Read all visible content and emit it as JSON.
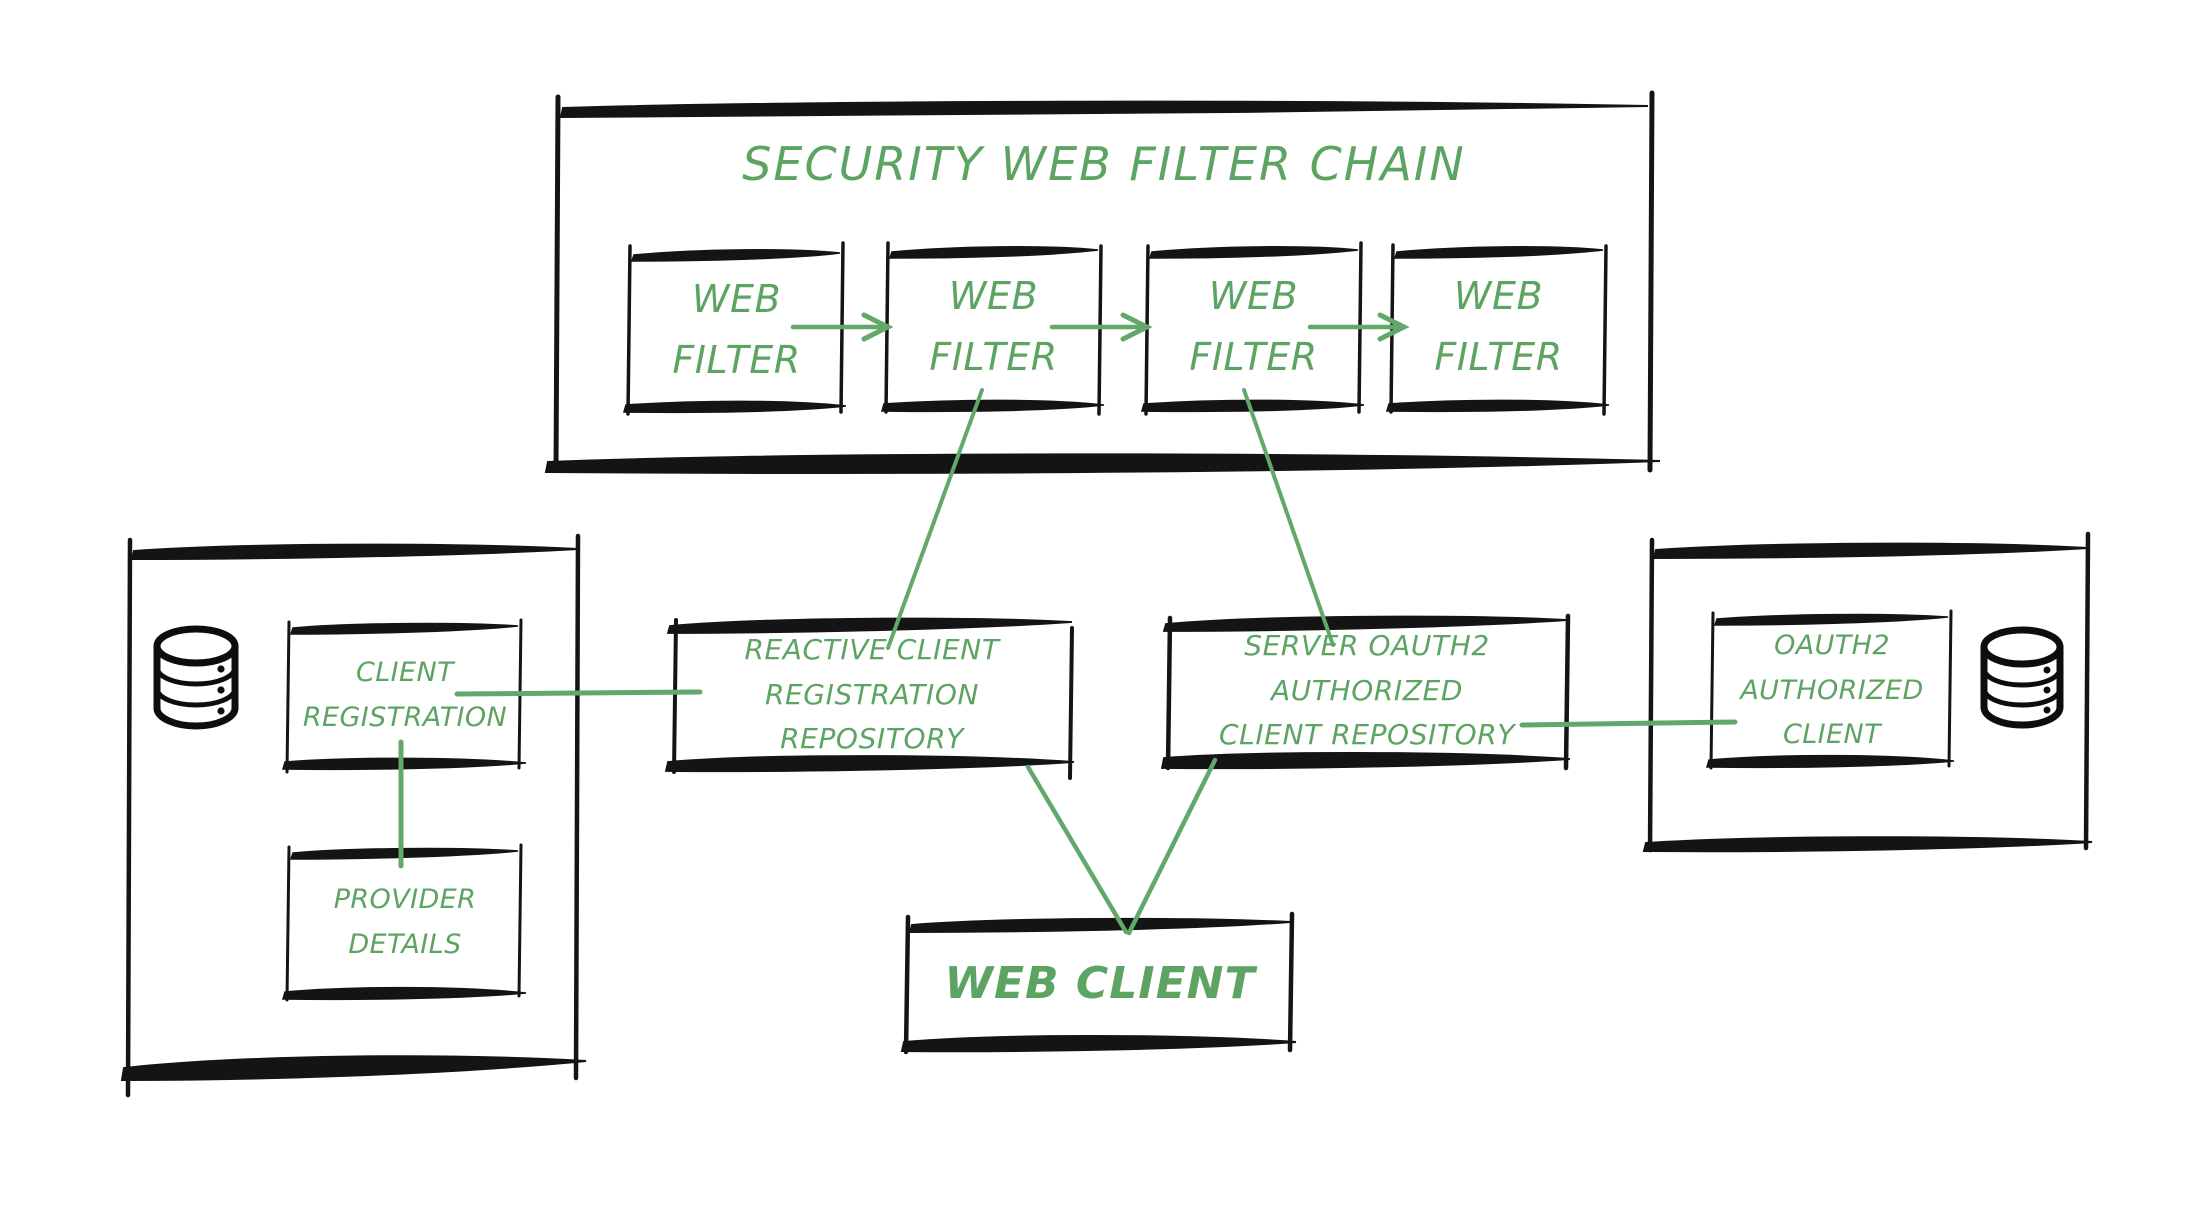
{
  "diagram": {
    "title": "SECURITY WEB FILTER CHAIN",
    "palette": {
      "ink": "#111111",
      "accent_green": "#5da463",
      "background": "#ffffff"
    },
    "containers": {
      "filter_chain": {
        "label": "SECURITY WEB FILTER CHAIN"
      },
      "client_registration_store": {
        "label": ""
      },
      "authorized_client_store": {
        "label": ""
      }
    },
    "filters": [
      {
        "label": "WEB\nFILTER"
      },
      {
        "label": "WEB\nFILTER"
      },
      {
        "label": "WEB\nFILTER"
      },
      {
        "label": "WEB\nFILTER"
      }
    ],
    "nodes": {
      "client_registration": {
        "label": "CLIENT\nREGISTRATION"
      },
      "provider_details": {
        "label": "PROVIDER\nDETAILS"
      },
      "reactive_client_registration_repository": {
        "label": "REACTIVE CLIENT\nREGISTRATION REPOSITORY"
      },
      "server_oauth2_authorized_client_repository": {
        "label": "SERVER OAUTH2 AUTHORIZED\nCLIENT REPOSITORY"
      },
      "oauth2_authorized_client": {
        "label": "OAUTH2\nAUTHORIZED\nCLIENT"
      },
      "web_client": {
        "label": "WEB CLIENT"
      }
    },
    "icons": {
      "database_left": "database-icon",
      "database_right": "database-icon"
    },
    "connections": [
      {
        "from": "WEB FILTER 1",
        "to": "WEB FILTER 2",
        "kind": "arrow"
      },
      {
        "from": "WEB FILTER 2",
        "to": "WEB FILTER 3",
        "kind": "arrow"
      },
      {
        "from": "WEB FILTER 3",
        "to": "WEB FILTER 4",
        "kind": "arrow"
      },
      {
        "from": "WEB FILTER 2",
        "to": "REACTIVE CLIENT REGISTRATION REPOSITORY",
        "kind": "line"
      },
      {
        "from": "WEB FILTER 3",
        "to": "SERVER OAUTH2 AUTHORIZED CLIENT REPOSITORY",
        "kind": "line"
      },
      {
        "from": "CLIENT REGISTRATION",
        "to": "PROVIDER DETAILS",
        "kind": "line"
      },
      {
        "from": "CLIENT REGISTRATION",
        "to": "REACTIVE CLIENT REGISTRATION REPOSITORY",
        "kind": "line"
      },
      {
        "from": "SERVER OAUTH2 AUTHORIZED CLIENT REPOSITORY",
        "to": "OAUTH2 AUTHORIZED CLIENT",
        "kind": "line"
      },
      {
        "from": "REACTIVE CLIENT REGISTRATION REPOSITORY",
        "to": "WEB CLIENT",
        "kind": "line"
      },
      {
        "from": "SERVER OAUTH2 AUTHORIZED CLIENT REPOSITORY",
        "to": "WEB CLIENT",
        "kind": "line"
      }
    ]
  }
}
